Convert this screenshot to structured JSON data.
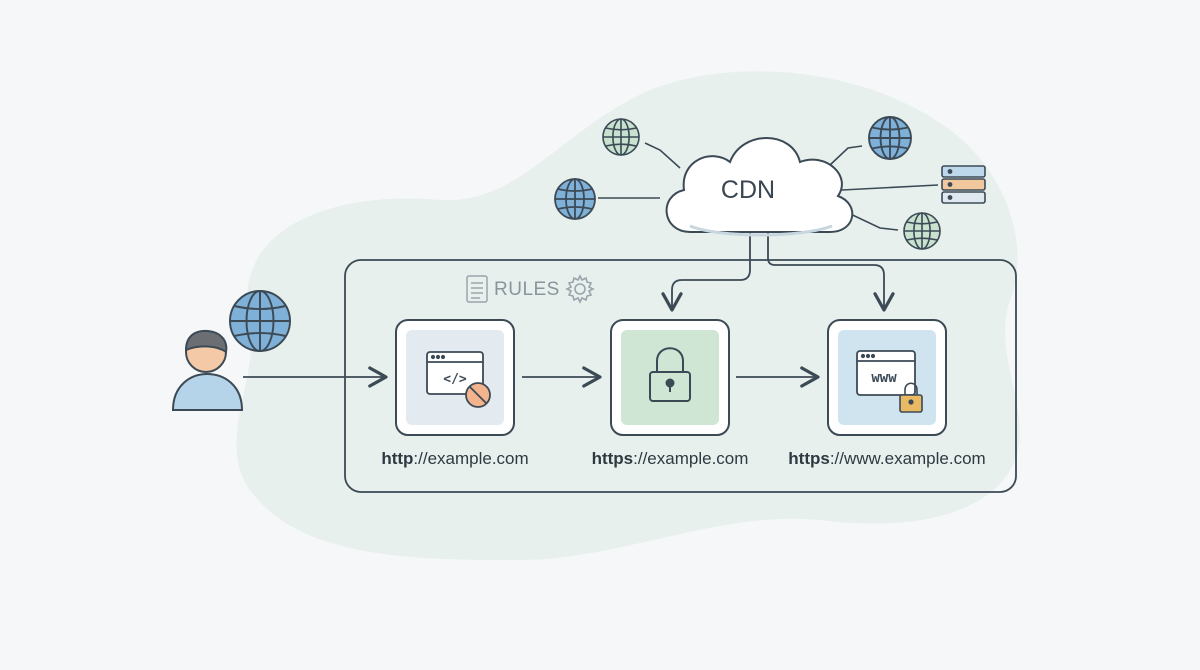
{
  "cdn": {
    "label": "CDN"
  },
  "rules": {
    "label": "RULES"
  },
  "steps": [
    {
      "scheme": "http",
      "rest": "://example.com"
    },
    {
      "scheme": "https",
      "rest": "://example.com"
    },
    {
      "scheme": "https",
      "rest": "://www.example.com"
    }
  ],
  "browser": {
    "www_text": "www",
    "code_text": "</>"
  },
  "colors": {
    "stroke": "#3c4a56",
    "globe_blue": "#7fb0d8",
    "globe_green": "#c9e2cf",
    "lock_panel": "#cfe6d4",
    "www_panel": "#cfe4ee",
    "avatar_body": "#b5d4ea",
    "lock_gold": "#e9b963",
    "ban_orange": "#f3b48d",
    "cloud_fill": "#ffffff",
    "blob": "#e5ede9"
  },
  "icons": [
    "user-icon",
    "globe-icon",
    "cloud-icon",
    "server-icon",
    "document-icon",
    "gear-icon",
    "code-window-icon",
    "ban-icon",
    "padlock-icon",
    "www-window-icon"
  ]
}
